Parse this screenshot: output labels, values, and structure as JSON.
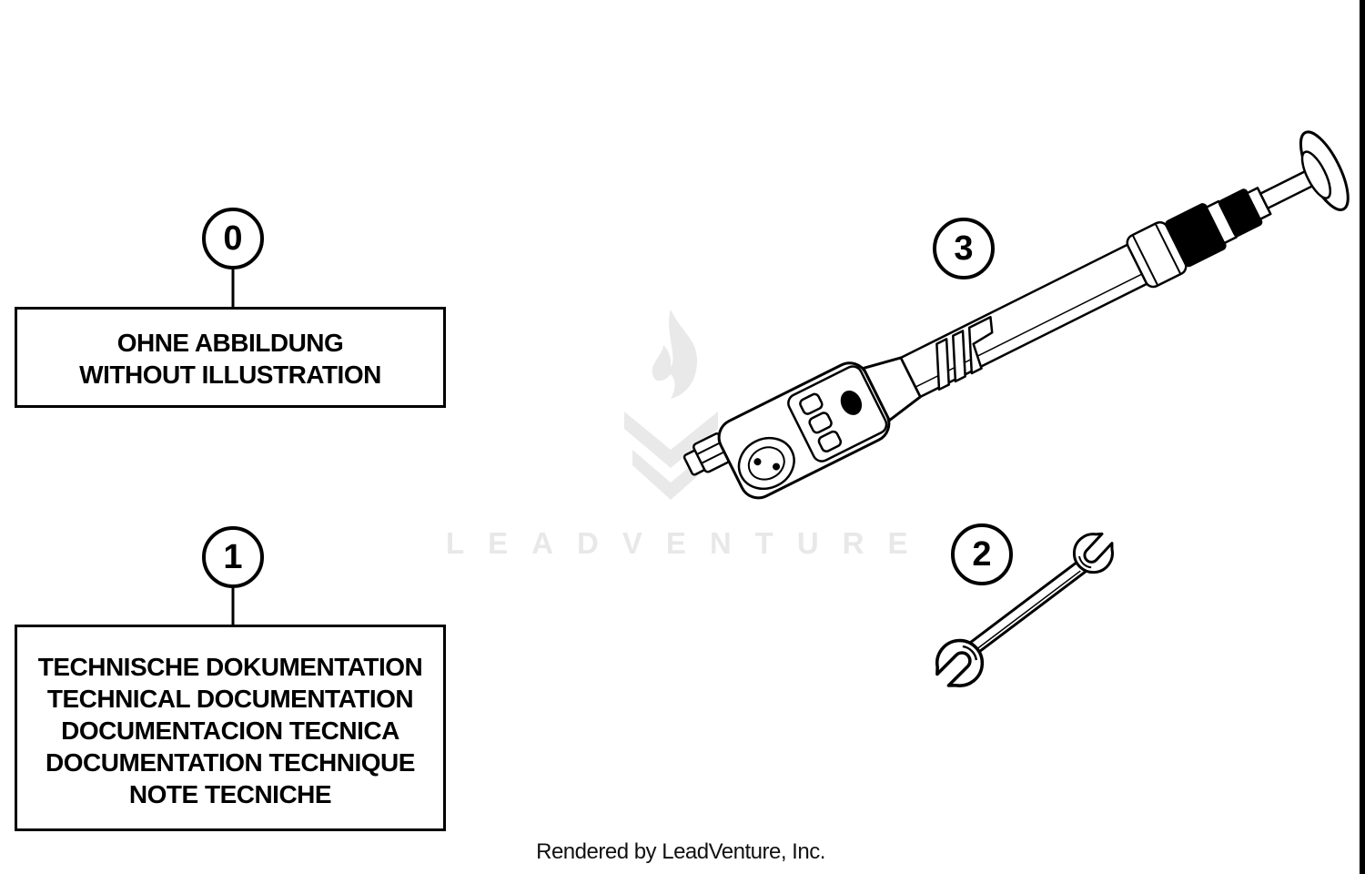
{
  "page": {
    "watermark_text": "LEADVENTURE",
    "footer_text": "Rendered by LeadVenture, Inc.",
    "colors": {
      "ink": "#000000",
      "paper": "#ffffff",
      "watermark": "#e9e9e9"
    }
  },
  "callouts": {
    "no_illustration": "0",
    "technical_documentation": "1",
    "wrench": "2",
    "pump_tool": "3"
  },
  "label_boxes": {
    "no_illustration": {
      "lines": [
        "OHNE ABBILDUNG",
        "WITHOUT ILLUSTRATION"
      ]
    },
    "technical_documentation": {
      "lines": [
        "TECHNISCHE DOKUMENTATION",
        "TECHNICAL DOCUMENTATION",
        "DOCUMENTACION TECNICA",
        "DOCUMENTATION TECHNIQUE",
        "NOTE TECNICHE"
      ]
    }
  }
}
